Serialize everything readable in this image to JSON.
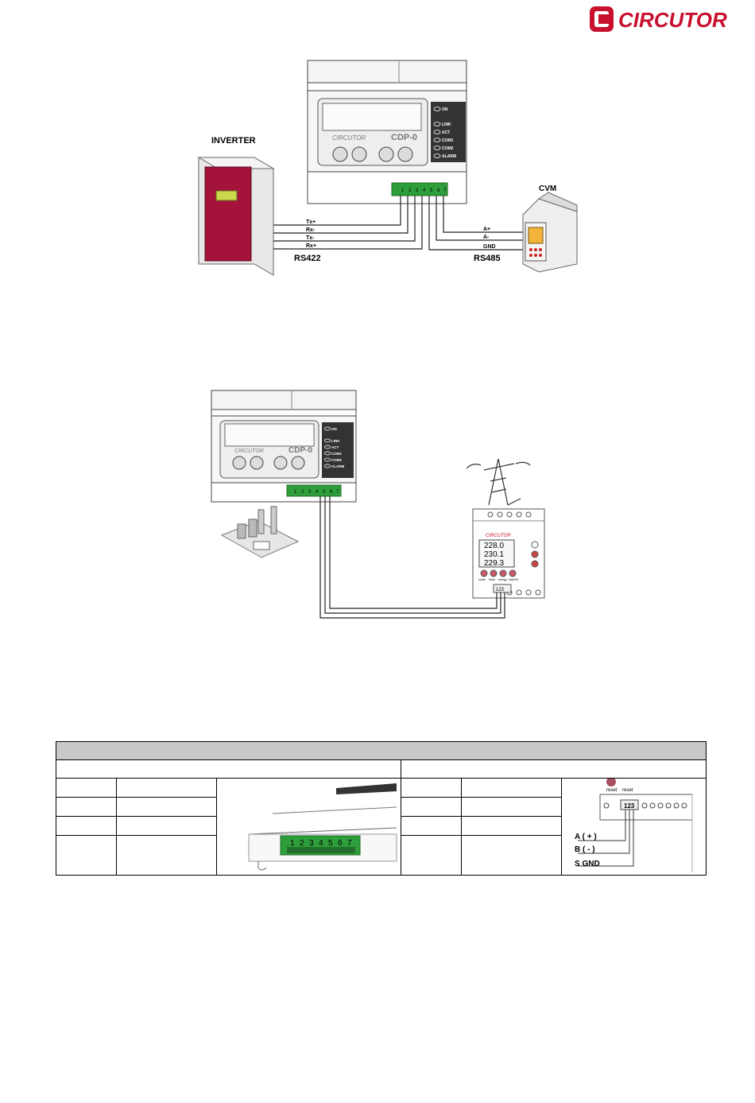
{
  "brand": {
    "logo_text": "CIRCUTOR",
    "color": "#c8102e"
  },
  "figure1": {
    "device_label": "CDP-0",
    "device_brand": "CIRCUTOR",
    "leds": [
      "ON",
      "LINK",
      "ACT",
      "COM1",
      "COM2",
      "ALARM"
    ],
    "terminals": [
      "1",
      "2",
      "3",
      "4",
      "5",
      "6",
      "7"
    ],
    "inverter_label": "INVERTER",
    "cvm_label": "CVM",
    "rs422_signals": [
      "Tx+",
      "Rx-",
      "Tx-",
      "Rx+"
    ],
    "rs485_signals": [
      "A+",
      "A-",
      "GND"
    ],
    "rs422_label": "RS422",
    "rs485_label": "RS485"
  },
  "figure2": {
    "device_label": "CDP-0",
    "device_brand": "CIRCUTOR",
    "leds": [
      "ON",
      "LINK",
      "ACT",
      "COM1",
      "COM2",
      "ALARM"
    ],
    "terminals": [
      "1",
      "2",
      "3",
      "4",
      "5",
      "6",
      "7"
    ],
    "meter_brand": "CIRCUTOR",
    "meter_readings": [
      "228.0",
      "230.1",
      "229.3"
    ],
    "meter_terminals": "123",
    "meter_buttons": [
      "mode",
      "reset",
      "energy",
      "max/Pd"
    ]
  },
  "table": {
    "connector_terminals": [
      "1",
      "2",
      "3",
      "4",
      "5",
      "6",
      "7"
    ],
    "meter_buttons": [
      "reset",
      "reset"
    ],
    "meter_terminals": "123",
    "meter_pins": [
      "A ( + )",
      "B ( - )",
      "S  GND"
    ]
  }
}
